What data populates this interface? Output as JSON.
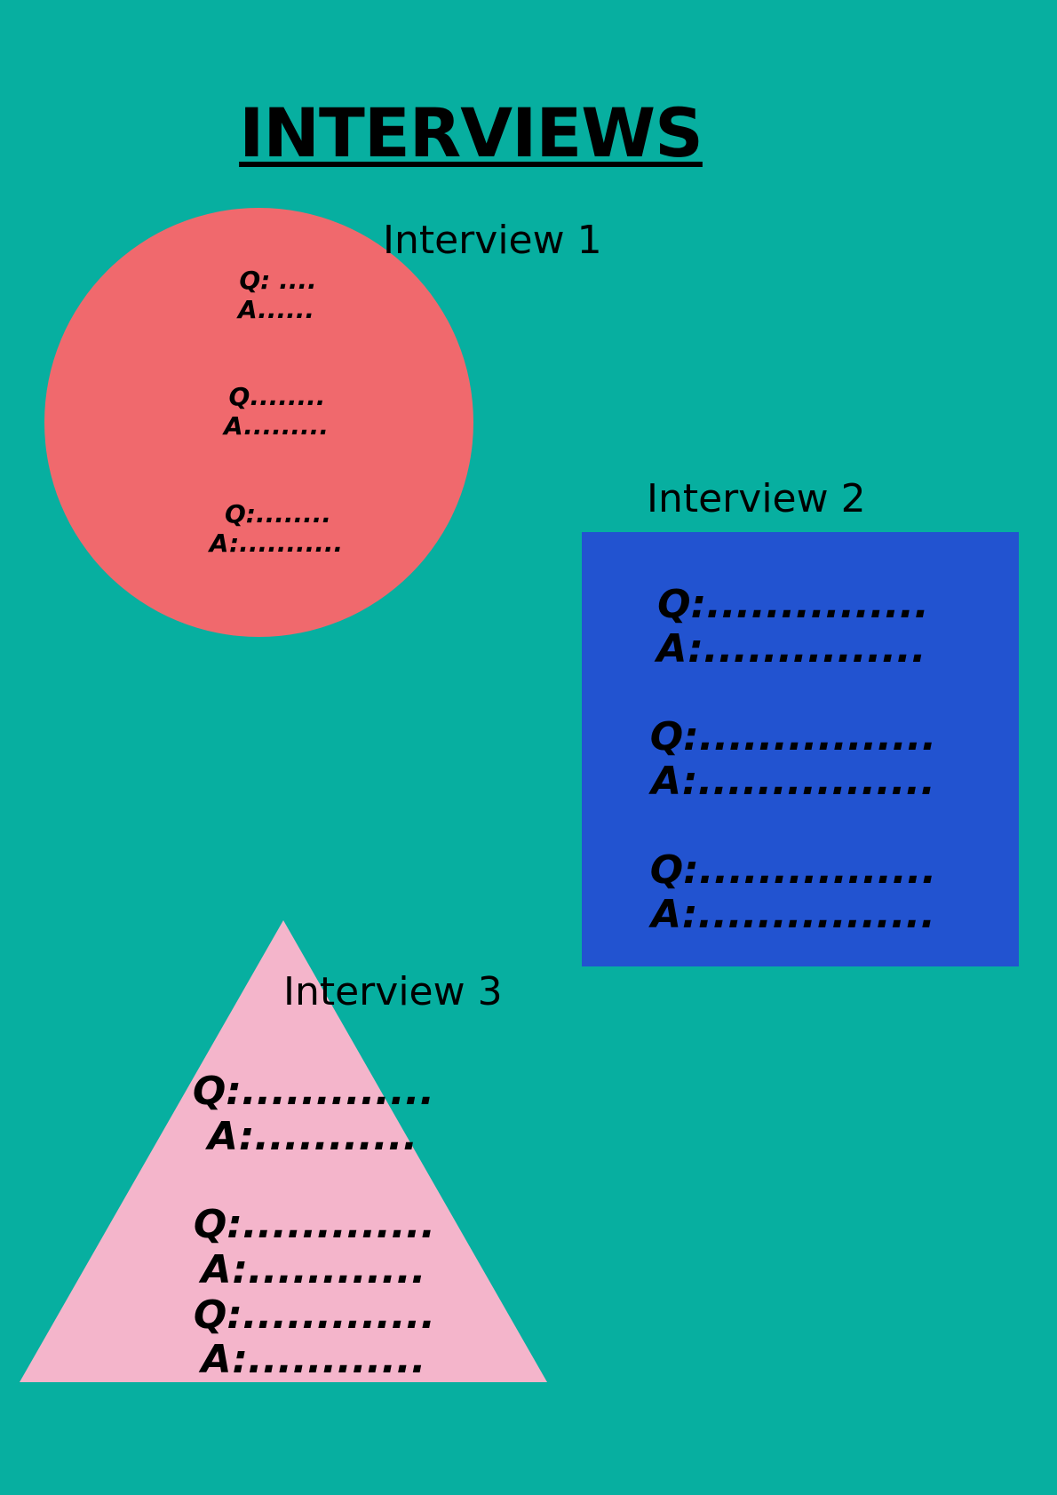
{
  "title": "INTERVIEWS",
  "colors": {
    "background": "#07afa0",
    "circle": "#f0696d",
    "square": "#2253d0",
    "triangle": "#f4b5cb"
  },
  "interview_1": {
    "heading": "Interview 1",
    "lines": [
      "Q: ....",
      "A......",
      "Q........",
      "A.........",
      "Q:........",
      "A:..........."
    ]
  },
  "interview_2": {
    "heading": "Interview 2",
    "lines": [
      "Q:...............",
      "A:...............",
      "Q:................",
      "A:................",
      "Q:................",
      "A:................"
    ]
  },
  "interview_3": {
    "heading": "Interview 3",
    "lines": [
      "Q:.............",
      "A:...........",
      "Q:.............",
      "A:............",
      "Q:.............",
      "A:............"
    ]
  }
}
